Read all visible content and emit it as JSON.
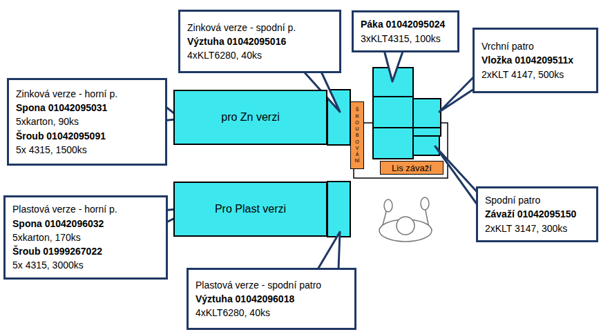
{
  "diagram": {
    "nodes": [
      {
        "text": [
          "Zinková verze - spodní p.",
          "Výztuha 01042095016",
          "4xKLT6280, 40ks"
        ]
      },
      {
        "text": [
          "Páka 01042095024",
          "3xKLT4315, 100ks"
        ]
      },
      {
        "text": [
          "Vrchní patro",
          "Vložka 0104209511x",
          "2xKLT 4147, 500ks"
        ]
      },
      {
        "text": [
          "Zinková verze - horní p.",
          "Spona 01042095031",
          "5xkarton, 90ks",
          "Šroub 01042095091",
          "5x 4315, 1500ks"
        ]
      },
      {
        "text": [
          "pro Zn verzi"
        ]
      },
      {
        "text": [
          "ŠROUBOVÁNÍ"
        ]
      },
      {
        "text": [
          "Lis závaží"
        ]
      },
      {
        "text": [
          "Spodní patro",
          "Závaží 01042095150",
          "2xKLT 3147, 300ks"
        ]
      },
      {
        "text": [
          "Pro Plast verzi"
        ]
      },
      {
        "text": [
          "Plastová verze - horní p.",
          "Spona 01042096032",
          "5xkarton, 170ks",
          "Šroub 01999267022",
          "5x 4315, 3000ks"
        ]
      },
      {
        "text": [
          "Plastová verze - spodní patro",
          "Výztuha 01042096018",
          "4xKLT6280, 40ks"
        ]
      }
    ]
  }
}
